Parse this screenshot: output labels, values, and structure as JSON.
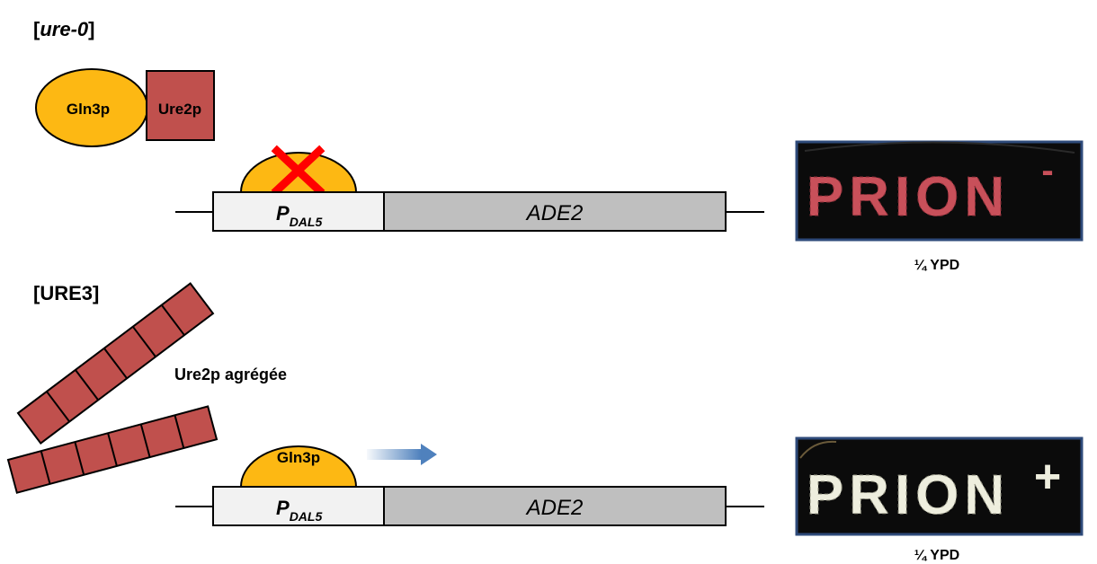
{
  "states": [
    {
      "title_bracket_open": "[",
      "title": "ure-0",
      "title_bracket_close": "]",
      "title_italic": true,
      "gln3p_label": "Gln3p",
      "ure2p_label": "Ure2p",
      "promoter_main": "P",
      "promoter_sub": "DAL5",
      "gene": "ADE2",
      "plate_text": "PRION",
      "plate_suffix": "-",
      "plate_color": "#c8505a",
      "caption": "¼ YPD"
    },
    {
      "title": "[URE3]",
      "title_italic": false,
      "aggregate_label": "Ure2p agrégée",
      "gln3p_label": "Gln3p",
      "promoter_main": "P",
      "promoter_sub": "DAL5",
      "gene": "ADE2",
      "plate_text": "PRION",
      "plate_suffix": "+",
      "plate_color": "#eeeede",
      "caption": "¼ YPD"
    }
  ],
  "colors": {
    "gln3p_fill": "#fdb813",
    "ure2p_fill": "#c0504d",
    "promoter_fill": "#f2f2f2",
    "gene_fill": "#bfbfbf",
    "block_mark": "#ff0000",
    "arrow": "#4f81bd",
    "plate_bg": "#0b0b0b",
    "plate_border": "#2e4a7a"
  },
  "icons": {
    "block": "red-x-mark",
    "activation": "right-arrow"
  }
}
